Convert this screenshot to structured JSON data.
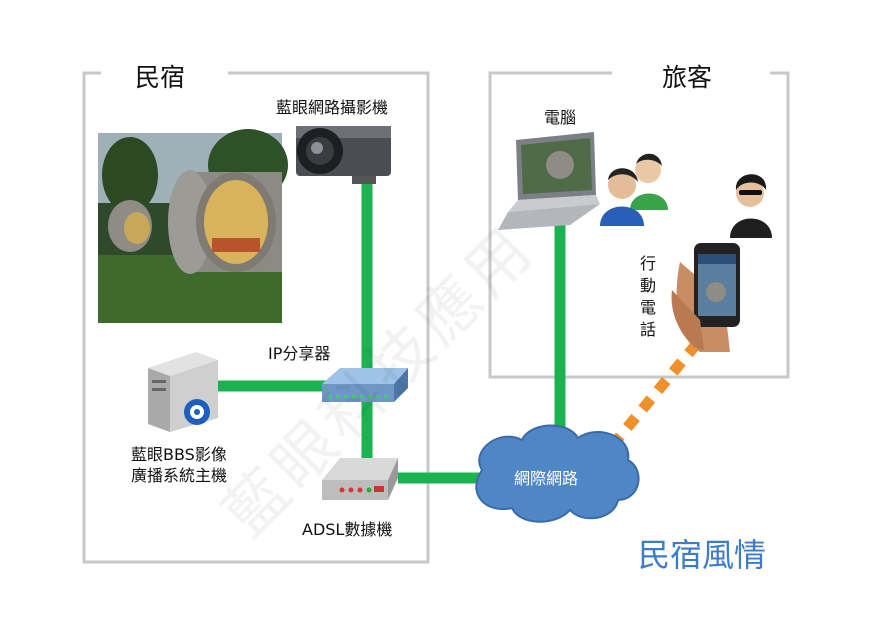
{
  "sections": {
    "minsu": {
      "title": "民宿"
    },
    "traveler": {
      "title": "旅客"
    }
  },
  "devices": {
    "camera": "藍眼網路攝影機",
    "router": "IP分享器",
    "server_line1": "藍眼BBS影像",
    "server_line2": "廣播系統主機",
    "modem": "ADSL數據機",
    "internet": "網際網路",
    "computer": "電腦",
    "phone_chars": [
      "行",
      "動",
      "電",
      "話"
    ]
  },
  "caption": "民宿風情",
  "watermark": "藍眼科技應用",
  "colors": {
    "link": "#1bb24f",
    "wireless": "#f0902a",
    "box_border": "#c8c8c8",
    "cloud": "#4f86c6",
    "caption": "#3d7cc9"
  }
}
